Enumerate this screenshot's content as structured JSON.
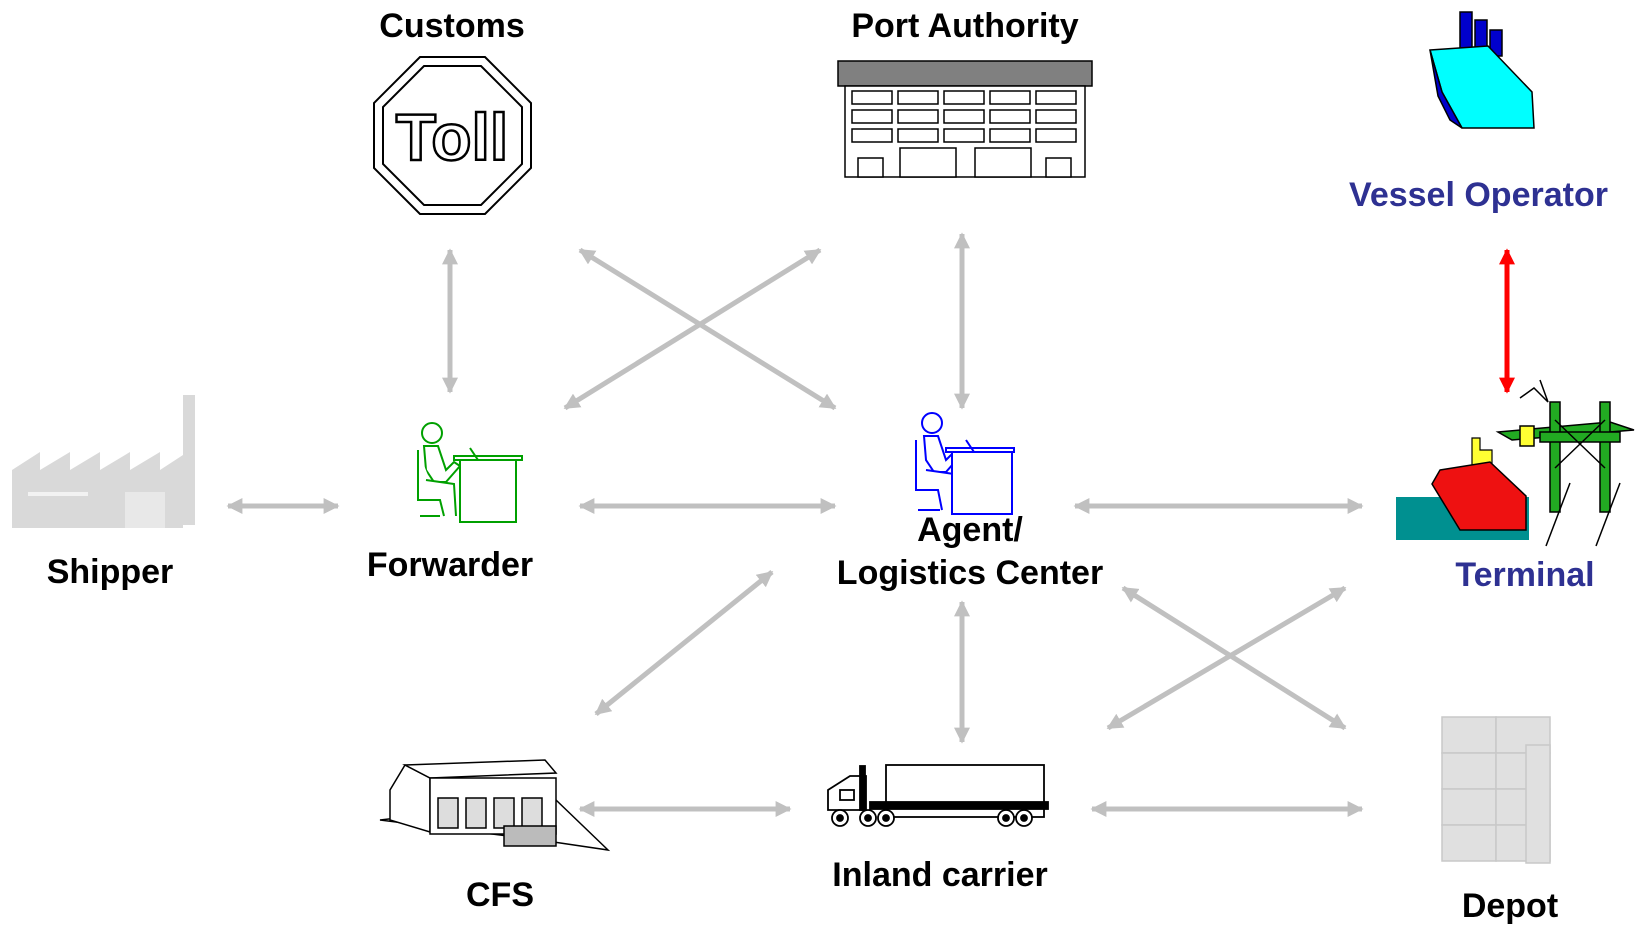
{
  "nodes": {
    "customs": {
      "label": "Customs",
      "icon": "toll-sign-icon"
    },
    "port_authority": {
      "label": "Port Authority",
      "icon": "office-building-icon"
    },
    "vessel_operator": {
      "label": "Vessel Operator",
      "icon": "ship-icon",
      "color": "#2e3192"
    },
    "shipper": {
      "label": "Shipper",
      "icon": "factory-icon"
    },
    "forwarder": {
      "label": "Forwarder",
      "icon": "desk-worker-icon",
      "icon_color": "#00a000"
    },
    "agent_line1": {
      "label": "Agent/"
    },
    "agent_line2": {
      "label": "Logistics Center",
      "icon": "desk-worker-icon",
      "icon_color": "#0000ff"
    },
    "terminal": {
      "label": "Terminal",
      "icon": "crane-ship-icon",
      "color": "#2e3192"
    },
    "cfs": {
      "label": "CFS",
      "icon": "warehouse-icon"
    },
    "inland_carrier": {
      "label": "Inland carrier",
      "icon": "truck-icon"
    },
    "depot": {
      "label": "Depot",
      "icon": "container-stack-icon"
    }
  },
  "colors": {
    "arrow": "#c0c0c0",
    "highlight_arrow": "#ff0000",
    "faded_icon": "#d9d9d9",
    "label_blue": "#2e3192"
  }
}
